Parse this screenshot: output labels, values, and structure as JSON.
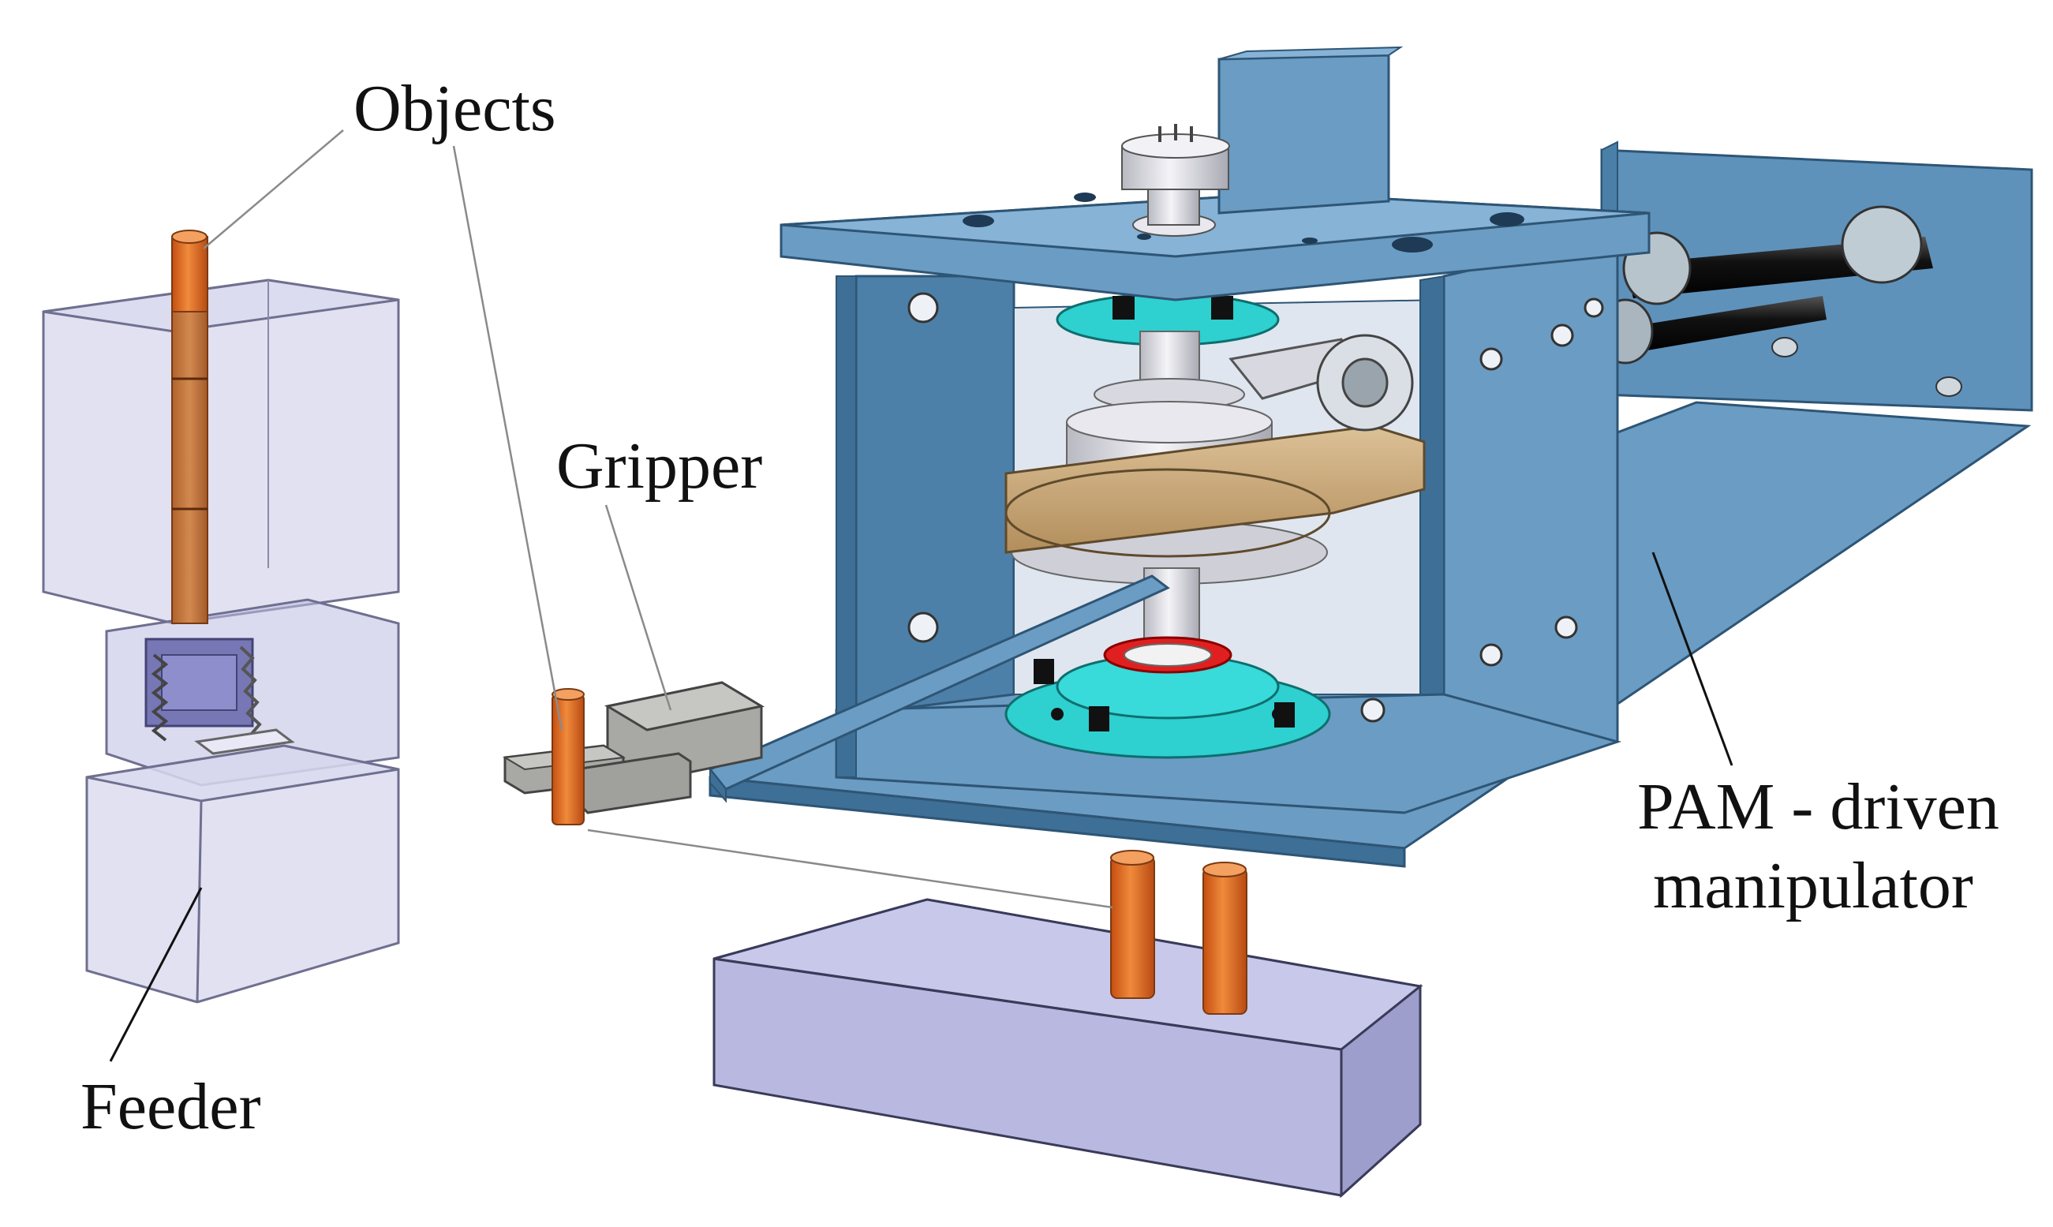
{
  "labels": {
    "objects": "Objects",
    "gripper": "Gripper",
    "feeder": "Feeder",
    "pam_line1": "PAM - driven",
    "pam_line2": "manipulator"
  },
  "colors": {
    "frame_blue": "#5b8fb8",
    "frame_blue_light": "#86b3d6",
    "frame_blue_dark": "#3e6f96",
    "cyan_bearing": "#2ed0d0",
    "red_ring": "#e02020",
    "belt_tan": "#c9a87a",
    "pulley_grey": "#dcdce2",
    "object_orange": "#e0661f",
    "feeder_glass": "#c8c8e6",
    "target_block": "#b8b8e0",
    "gripper_grey": "#a8a8a4",
    "black_tube": "#1a1a1a"
  },
  "icons": {
    "feeder": "translucent-feeder-box",
    "objects": "orange-cylinder",
    "gripper": "gripper-block",
    "manipulator": "pam-driven-frame",
    "target": "lavender-target-block"
  }
}
